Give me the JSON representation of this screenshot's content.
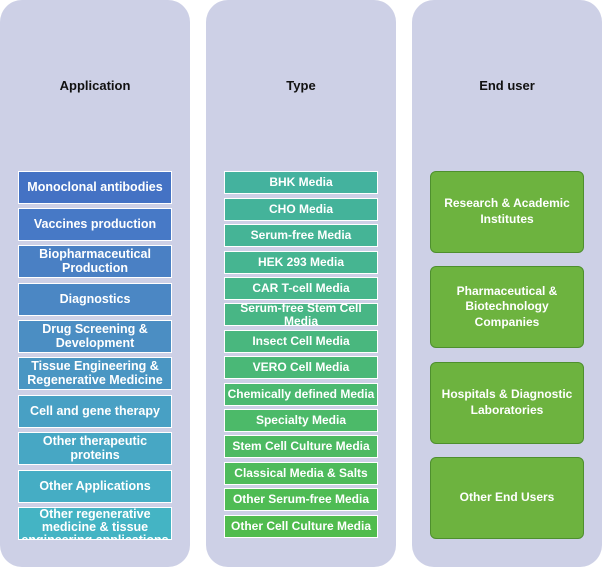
{
  "columns": [
    {
      "title": "Application",
      "items": [
        {
          "label": "Monoclonal antibodies",
          "color": "#4472c4"
        },
        {
          "label": "Vaccines production",
          "color": "#4779c6"
        },
        {
          "label": "Biopharmaceutical Production",
          "color": "#4a80c4"
        },
        {
          "label": "Diagnostics",
          "color": "#4b87c4"
        },
        {
          "label": "Drug Screening & Development",
          "color": "#4b8ec3"
        },
        {
          "label": "Tissue Engineering & Regenerative Medicine",
          "color": "#4a96c3"
        },
        {
          "label": "Cell and gene therapy",
          "color": "#48a0c4"
        },
        {
          "label": "Other therapeutic proteins",
          "color": "#47a7c4"
        },
        {
          "label": "Other Applications",
          "color": "#45adc4"
        },
        {
          "label": "Other regenerative medicine & tissue engineering applications",
          "color": "#44b4c4"
        }
      ]
    },
    {
      "title": "Type",
      "items": [
        {
          "label": "BHK Media",
          "color": "#44b29e"
        },
        {
          "label": "CHO Media",
          "color": "#44b39a"
        },
        {
          "label": "Serum-free Media",
          "color": "#45b496"
        },
        {
          "label": "HEK 293 Media",
          "color": "#46b591"
        },
        {
          "label": "CAR T-cell Media",
          "color": "#47b68b"
        },
        {
          "label": "Serum-free Stem Cell Media",
          "color": "#48b685"
        },
        {
          "label": "Insect Cell Media",
          "color": "#49b77e"
        },
        {
          "label": "VERO Cell Media",
          "color": "#4ab877"
        },
        {
          "label": "Chemically defined Media",
          "color": "#4bb970"
        },
        {
          "label": "Specialty Media",
          "color": "#4cba69"
        },
        {
          "label": "Stem Cell Culture Media",
          "color": "#4dba62"
        },
        {
          "label": "Classical Media & Salts",
          "color": "#4ebb5b"
        },
        {
          "label": "Other Serum-free Media",
          "color": "#4fbc54"
        },
        {
          "label": "Other Cell Culture Media",
          "color": "#50bc4e"
        }
      ]
    },
    {
      "title": "End user",
      "items": [
        {
          "label": "Research & Academic Institutes",
          "color": "#6db33f"
        },
        {
          "label": "Pharmaceutical & Biotechnology Companies",
          "color": "#6db33f"
        },
        {
          "label": "Hospitals & Diagnostic Laboratories",
          "color": "#6db33f"
        },
        {
          "label": "Other End Users",
          "color": "#6db33f"
        }
      ]
    }
  ]
}
